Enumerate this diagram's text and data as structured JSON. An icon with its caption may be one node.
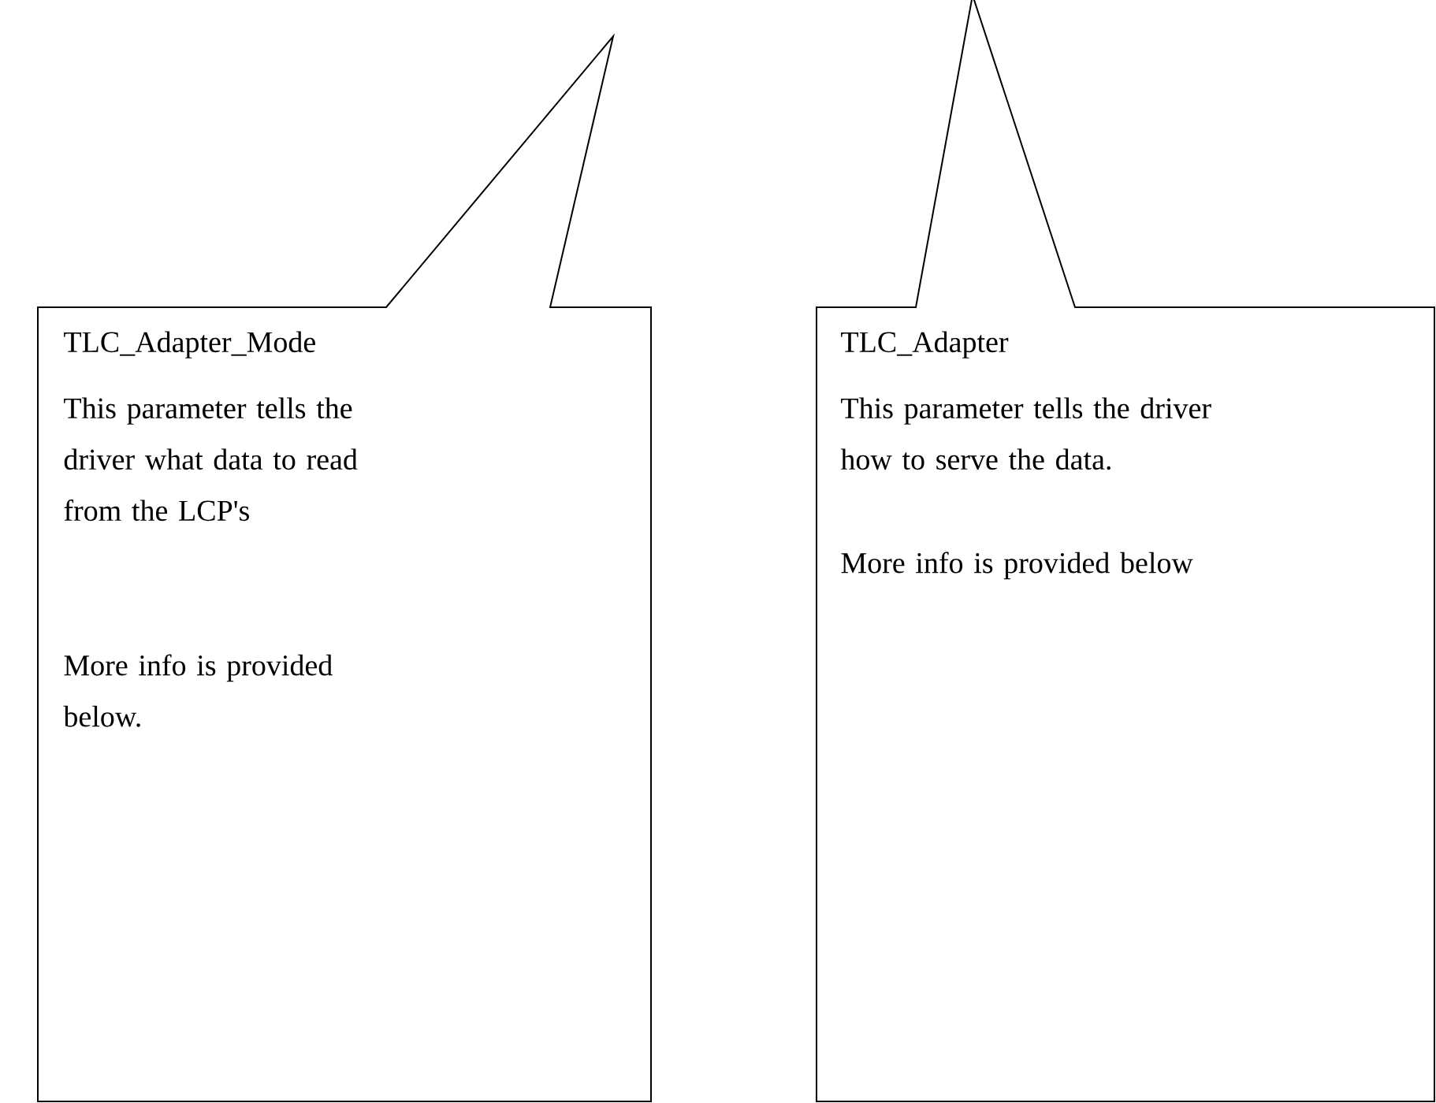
{
  "diagram": {
    "nodes": [
      {
        "text": [
          "TLC_Adapter_Mode",
          "This parameter tells the driver what data to read from the LCP's",
          "More info is provided below."
        ]
      },
      {
        "text": [
          "TLC_Adapter",
          "This parameter tells the driver how to serve the data.",
          "More info is provided below"
        ]
      }
    ]
  }
}
